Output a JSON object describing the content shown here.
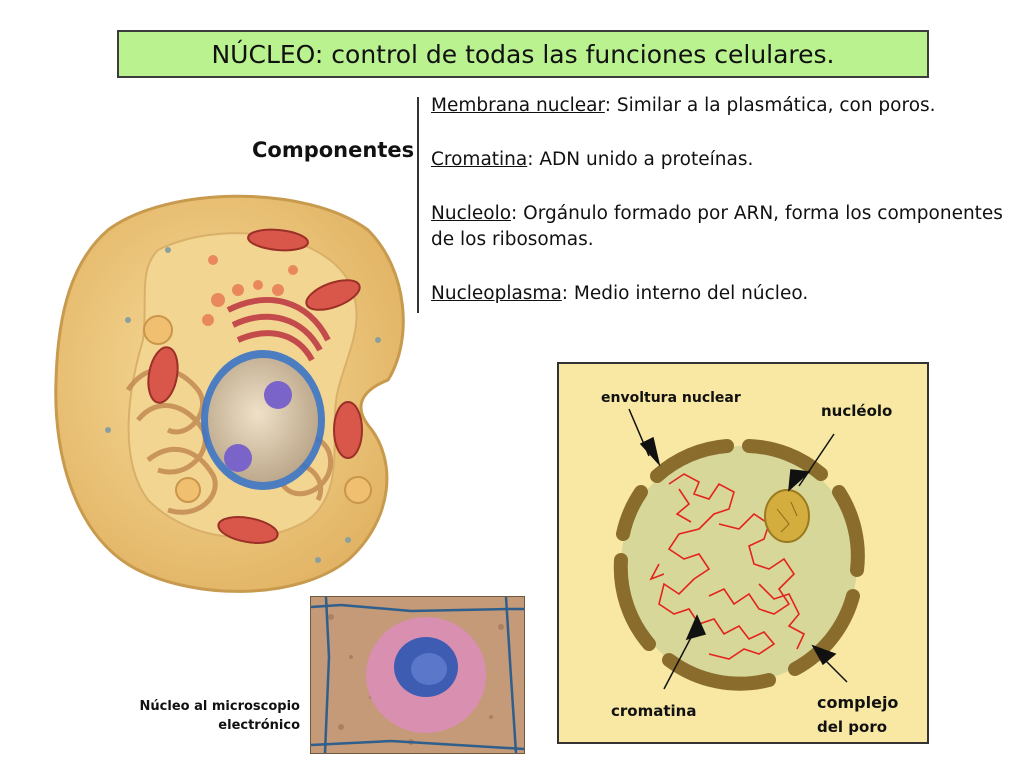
{
  "title": "NÚCLEO: control de todas las funciones celulares.",
  "components_heading": "Componentes",
  "components": [
    {
      "term": "Membrana nuclear",
      "desc": ": Similar a la plasmática, con poros."
    },
    {
      "term": "Cromatina",
      "desc": ": ADN unido a proteínas."
    },
    {
      "term": "Nucleolo",
      "desc": ": Orgánulo formado por ARN, forma los componentes de los ribosomas."
    },
    {
      "term": "Nucleoplasma",
      "desc": ": Medio interno del núcleo."
    }
  ],
  "micrograph_caption": {
    "line1": "Núcleo al microscopio",
    "line2": "electrónico"
  },
  "schema_labels": {
    "envelope": "envoltura nuclear",
    "nucleolus": "nucléolo",
    "chromatin": "cromatina",
    "pore_line1": "complejo",
    "pore_line2": "del poro"
  },
  "colors": {
    "title_bg": "#b9f28f",
    "schema_bg": "#f8e8a3",
    "nucleoplasm": "#d8d79a",
    "envelope": "#8a6d2c",
    "chromatin": "#e3241c",
    "nucleolus": "#d3ad3d"
  }
}
